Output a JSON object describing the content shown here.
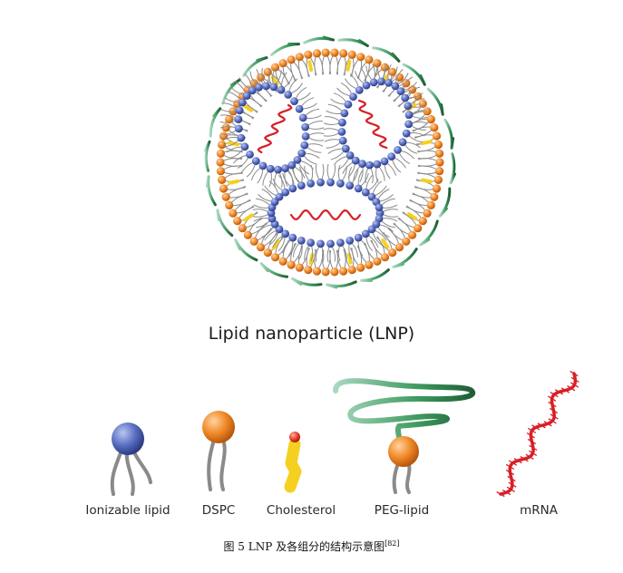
{
  "title": "Lipid nanoparticle (LNP)",
  "components": [
    {
      "key": "ionizable",
      "label": "Ionizable lipid"
    },
    {
      "key": "dspc",
      "label": "DSPC"
    },
    {
      "key": "cholesterol",
      "label": "Cholesterol"
    },
    {
      "key": "peg",
      "label": "PEG-lipid"
    },
    {
      "key": "mrna",
      "label": "mRNA"
    }
  ],
  "caption": {
    "text": "图 5    LNP 及各组分的结构示意图",
    "ref": "[82]"
  },
  "colors": {
    "ionizable": "#4a5fb0",
    "dspc": "#f08a2a",
    "cholesterol": "#f5d020",
    "peg": "#3e9a5e",
    "mrna": "#d81f26",
    "tail": "#8a8a8a"
  }
}
